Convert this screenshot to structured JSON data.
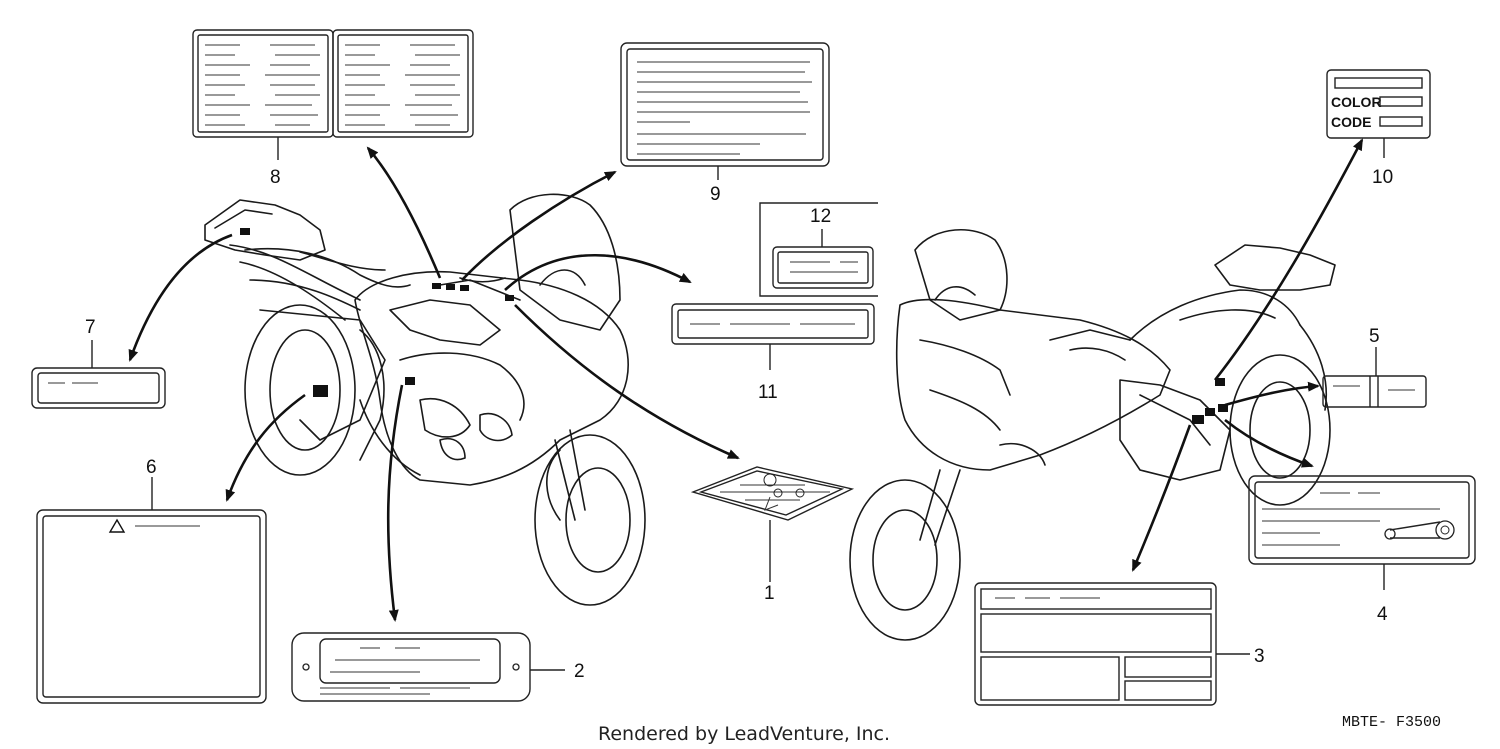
{
  "labels": {
    "l1": "1",
    "l2": "2",
    "l3": "3",
    "l4": "4",
    "l5": "5",
    "l6": "6",
    "l7": "7",
    "l8": "8",
    "l9": "9",
    "l10": "10",
    "l11": "11",
    "l12": "12"
  },
  "color_label": {
    "color": "COLOR",
    "code": "CODE"
  },
  "credit": "Rendered by LeadVenture, Inc.",
  "diagram_code": "MBTE- F3500",
  "icons": {
    "warning": "warning-triangle-icon",
    "chain": "drive-chain-icon"
  }
}
